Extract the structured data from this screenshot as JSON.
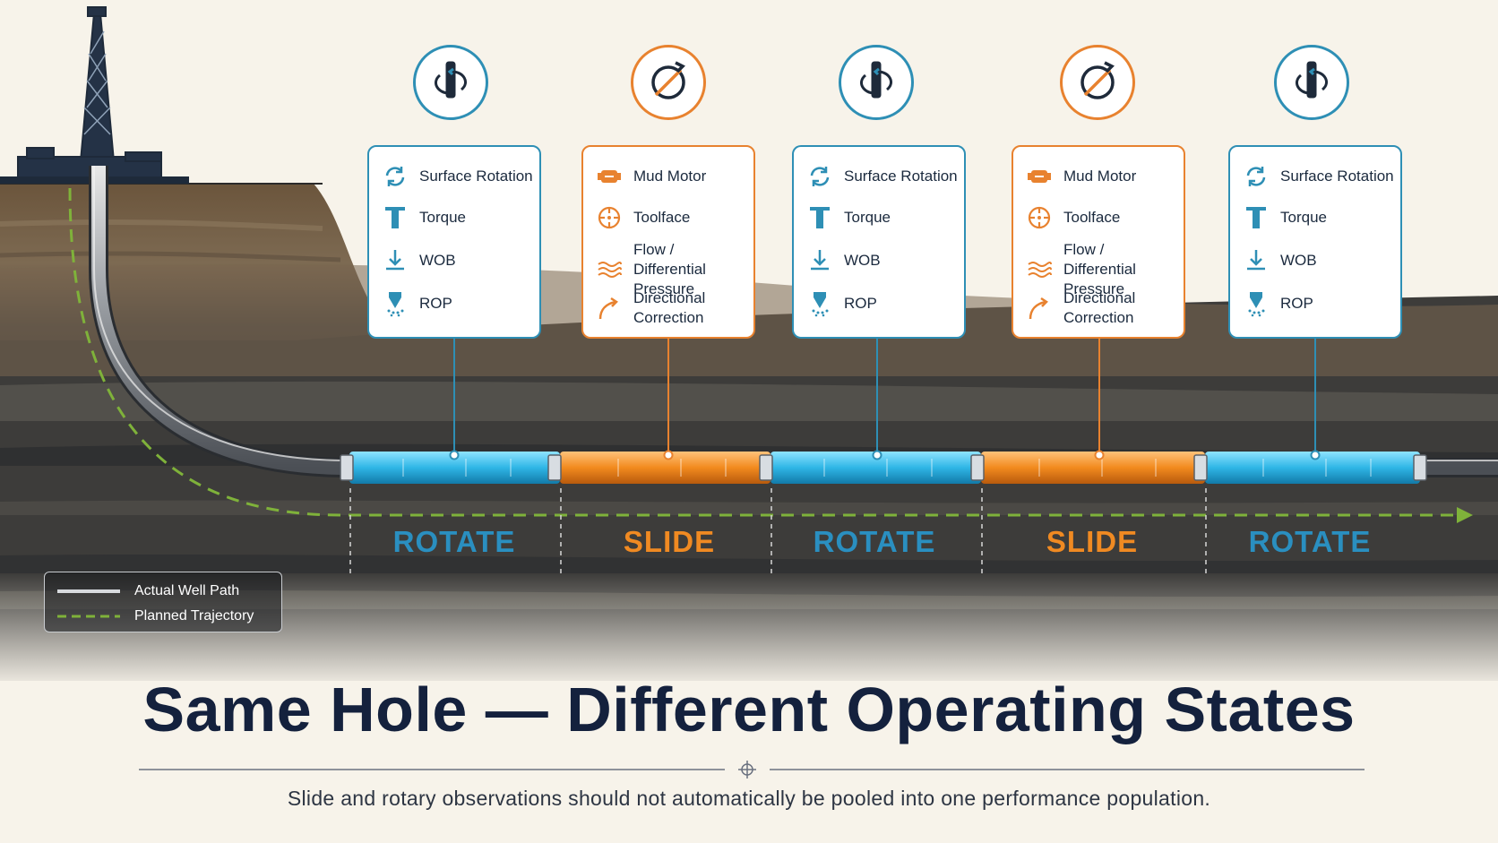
{
  "segments": [
    {
      "mode": "rotate",
      "label": "ROTATE",
      "badge_icon": "rotating-drill-icon",
      "items": [
        {
          "icon": "rotation-arrows-icon",
          "text": "Surface Rotation"
        },
        {
          "icon": "torque-icon",
          "text": "Torque"
        },
        {
          "icon": "weight-on-bit-icon",
          "text": "WOB"
        },
        {
          "icon": "drill-bit-icon",
          "text": "ROP"
        }
      ]
    },
    {
      "mode": "slide",
      "label": "SLIDE",
      "badge_icon": "no-rotation-icon",
      "items": [
        {
          "icon": "mud-motor-icon",
          "text": "Mud Motor"
        },
        {
          "icon": "toolface-icon",
          "text": "Toolface"
        },
        {
          "icon": "flow-waves-icon",
          "text": "Flow / Differential Pressure"
        },
        {
          "icon": "curve-arrow-icon",
          "text": "Directional Correction"
        }
      ]
    },
    {
      "mode": "rotate",
      "label": "ROTATE",
      "badge_icon": "rotating-drill-icon",
      "items": [
        {
          "icon": "rotation-arrows-icon",
          "text": "Surface Rotation"
        },
        {
          "icon": "torque-icon",
          "text": "Torque"
        },
        {
          "icon": "weight-on-bit-icon",
          "text": "WOB"
        },
        {
          "icon": "drill-bit-icon",
          "text": "ROP"
        }
      ]
    },
    {
      "mode": "slide",
      "label": "SLIDE",
      "badge_icon": "no-rotation-icon",
      "items": [
        {
          "icon": "mud-motor-icon",
          "text": "Mud Motor"
        },
        {
          "icon": "toolface-icon",
          "text": "Toolface"
        },
        {
          "icon": "flow-waves-icon",
          "text": "Flow / Differential Pressure"
        },
        {
          "icon": "curve-arrow-icon",
          "text": "Directional Correction"
        }
      ]
    },
    {
      "mode": "rotate",
      "label": "ROTATE",
      "badge_icon": "rotating-drill-icon",
      "items": [
        {
          "icon": "rotation-arrows-icon",
          "text": "Surface Rotation"
        },
        {
          "icon": "torque-icon",
          "text": "Torque"
        },
        {
          "icon": "weight-on-bit-icon",
          "text": "WOB"
        },
        {
          "icon": "drill-bit-icon",
          "text": "ROP"
        }
      ]
    }
  ],
  "legend": {
    "actual": "Actual Well Path",
    "planned": "Planned Trajectory"
  },
  "title": "Same Hole — Different Operating States",
  "subtitle": "Slide and rotary observations should not automatically be pooled into one performance population.",
  "colors": {
    "rotate": "#2e8fb5",
    "slide": "#e8822f",
    "planned": "#7fb23a",
    "title": "#14213d"
  }
}
